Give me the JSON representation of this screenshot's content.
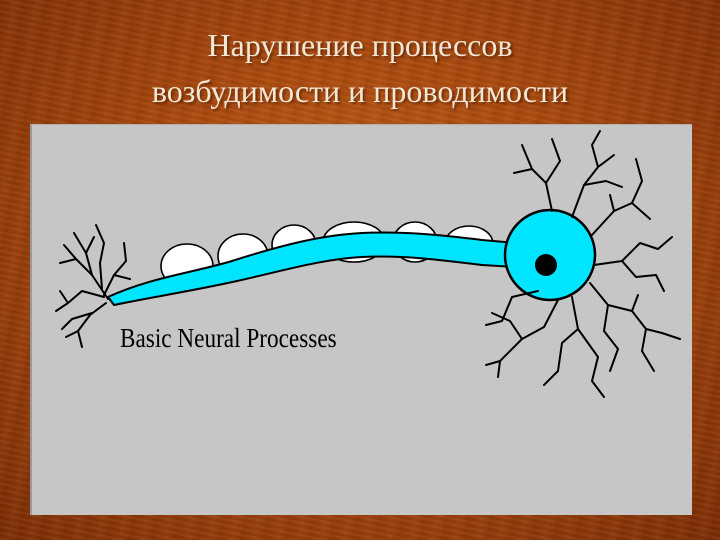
{
  "slide": {
    "title_line1": "Нарушение процессов",
    "title_line2": "возбудимости и проводимости"
  },
  "figure": {
    "caption": "Basic Neural Processes",
    "colors": {
      "background": "#c6c6c6",
      "axon": "#00e5ff",
      "myelin": "#ffffff",
      "nucleus": "#000000"
    }
  }
}
